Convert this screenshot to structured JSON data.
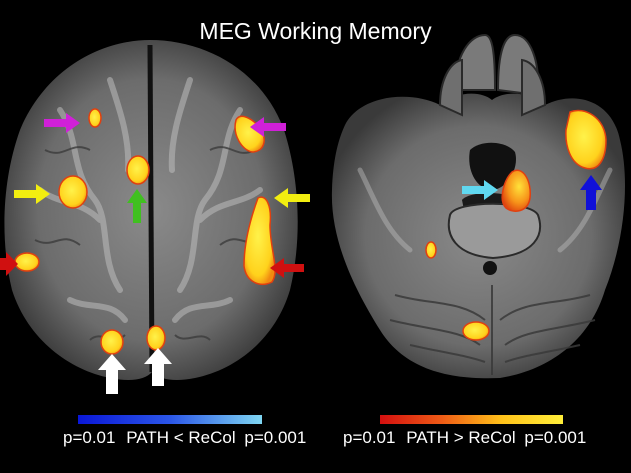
{
  "title": "MEG Working Memory",
  "colorbars": [
    {
      "min_label": "p=0.01",
      "contrast": "PATH < ReCol",
      "max_label": "p=0.001",
      "colors": [
        "#0a17d8",
        "#7fd6f2"
      ]
    },
    {
      "min_label": "p=0.01",
      "contrast": "PATH > ReCol",
      "max_label": "p=0.001",
      "colors": [
        "#d40f0f",
        "#ffee3a"
      ]
    }
  ],
  "arrow_colors": {
    "magenta": "#d020d8",
    "yellow": "#f2ee10",
    "green": "#40c020",
    "red": "#d01010",
    "white": "#ffffff",
    "cyan": "#60d8f0",
    "blue": "#1010d8"
  },
  "background": "#000000"
}
